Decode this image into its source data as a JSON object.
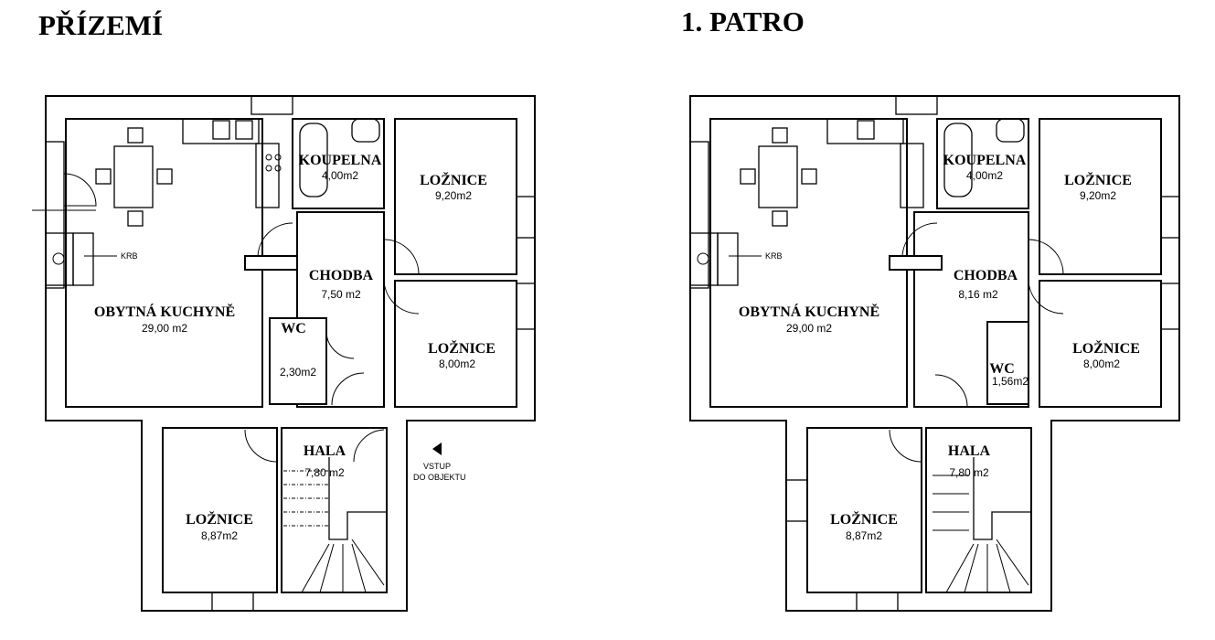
{
  "floors": [
    {
      "title": "PŘÍZEMÍ",
      "rooms": {
        "living": {
          "name": "OBYTNÁ KUCHYNĚ",
          "area": "29,00 m2"
        },
        "bath": {
          "name": "KOUPELNA",
          "area": "4,00m2"
        },
        "bed1": {
          "name": "LOŽNICE",
          "area": "9,20m2"
        },
        "hall": {
          "name": "CHODBA",
          "area": "7,50 m2"
        },
        "bed2": {
          "name": "LOŽNICE",
          "area": "8,00m2"
        },
        "wc": {
          "name": "WC",
          "area": "2,30m2"
        },
        "lobby": {
          "name": "HALA",
          "area": "7,80 m2"
        },
        "bed3": {
          "name": "LOŽNICE",
          "area": "8,87m2"
        }
      },
      "fireplace": "KRB",
      "entrance": [
        "VSTUP",
        "DO OBJEKTU"
      ]
    },
    {
      "title": "1. PATRO",
      "rooms": {
        "living": {
          "name": "OBYTNÁ KUCHYNĚ",
          "area": "29,00 m2"
        },
        "bath": {
          "name": "KOUPELNA",
          "area": "4,00m2"
        },
        "bed1": {
          "name": "LOŽNICE",
          "area": "9,20m2"
        },
        "hall": {
          "name": "CHODBA",
          "area": "8,16 m2"
        },
        "bed2": {
          "name": "LOŽNICE",
          "area": "8,00m2"
        },
        "wc": {
          "name": "WC",
          "area": "1,56m2"
        },
        "lobby": {
          "name": "HALA",
          "area": "7,80 m2"
        },
        "bed3": {
          "name": "LOŽNICE",
          "area": "8,87m2"
        }
      },
      "fireplace": "KRB"
    }
  ]
}
